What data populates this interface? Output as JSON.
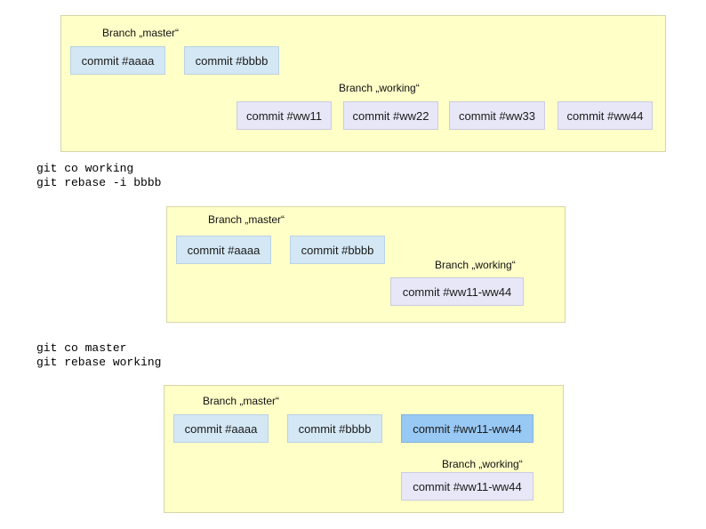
{
  "panel1": {
    "master_label": "Branch „master“",
    "working_label": "Branch „working“",
    "commits": [
      "commit #aaaa",
      "commit #bbbb",
      "commit #ww11",
      "commit #ww22",
      "commit #ww33",
      "commit #ww44"
    ]
  },
  "cmds1": {
    "line1": "git co working",
    "line2": "git rebase -i bbbb"
  },
  "panel2": {
    "master_label": "Branch „master“",
    "working_label": "Branch „working“",
    "commits": [
      "commit #aaaa",
      "commit #bbbb",
      "commit #ww11-ww44"
    ]
  },
  "cmds2": {
    "line1": "git co master",
    "line2": "git rebase working"
  },
  "panel3": {
    "master_label": "Branch „master“",
    "working_label": "Branch „working“",
    "commits": [
      "commit #aaaa",
      "commit #bbbb",
      "commit #ww11-ww44",
      "commit #ww11-ww44"
    ]
  },
  "colors": {
    "panel_bg": "#ffffc8",
    "master_commit": "#d4e7f4",
    "working_commit": "#e7e7f7",
    "highlight_commit": "#98c8f4"
  }
}
